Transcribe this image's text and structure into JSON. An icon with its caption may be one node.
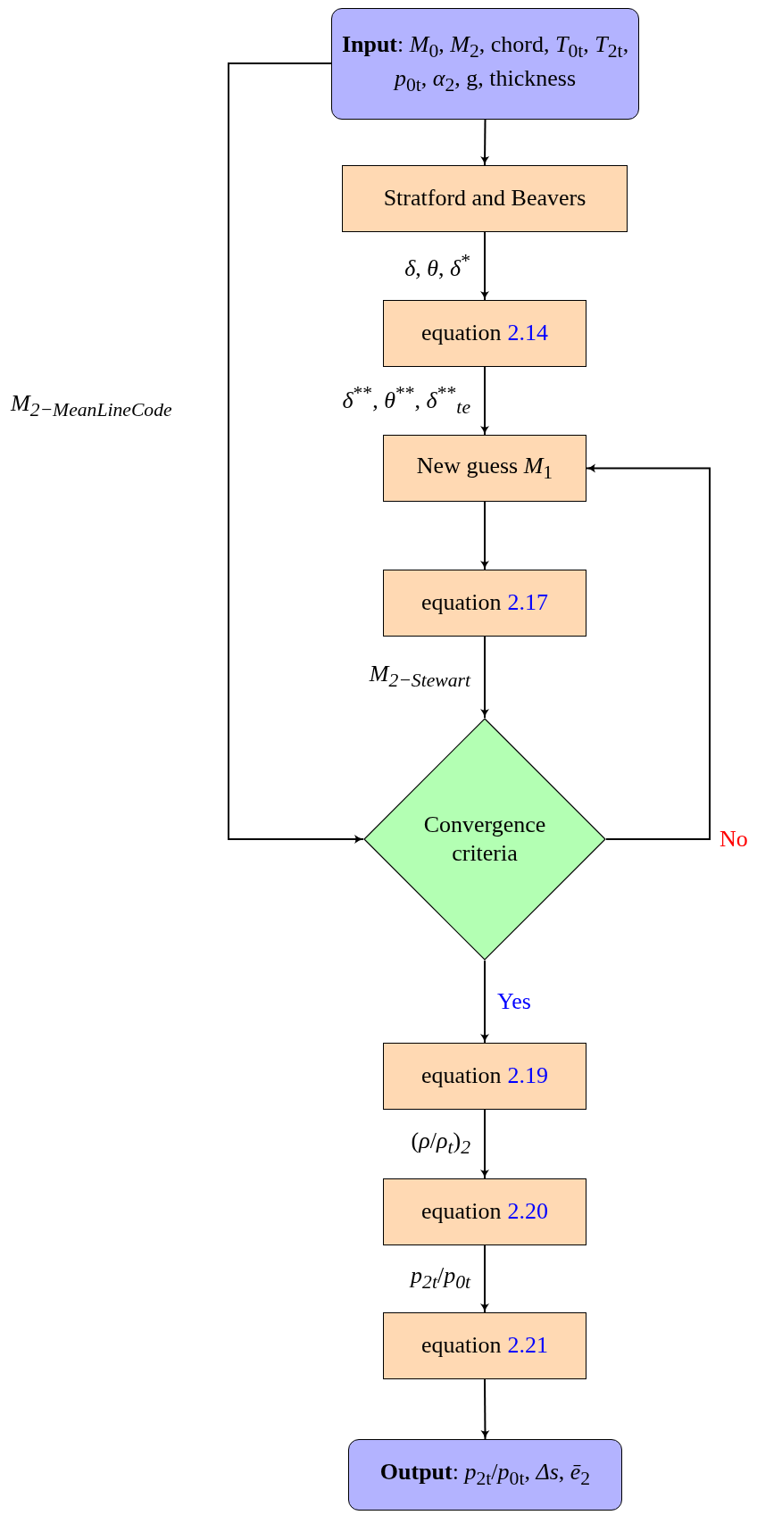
{
  "diagram": {
    "nodes": [
      {
        "text": [
          "**Input**: *M*$_{0}$, *M*$_{2}$, chord, *T*$_{0t}$, *T*$_{2t}$, *p*$_{0t}$, *α*$_{2}$, g, thickness"
        ]
      },
      {
        "text": [
          "Stratford and Beavers"
        ]
      },
      {
        "text": [
          "equation",
          "2.14"
        ]
      },
      {
        "text": [
          "New guess *M*$_{1}$"
        ]
      },
      {
        "text": [
          "equation",
          "2.17"
        ]
      },
      {
        "text": [
          "Convergence criteria"
        ]
      },
      {
        "text": [
          "equation",
          "2.19"
        ]
      },
      {
        "text": [
          "equation",
          "2.20"
        ]
      },
      {
        "text": [
          "equation",
          "2.21"
        ]
      },
      {
        "text": [
          "**Output**: *p*$_{2t}$/*p*$_{0t}$, *Δs*, *ē*$_{2}$"
        ]
      }
    ],
    "edges": [
      {
        "from": 0,
        "to": 1,
        "arrow": "to"
      },
      {
        "from": 1,
        "to": 2,
        "arrow": "to",
        "label": "*δ*, *θ*, *δ*$^{*}$"
      },
      {
        "from": 2,
        "to": 3,
        "arrow": "to",
        "label": "*δ*$^{**}$, *θ*$^{**}$, *δ*$^{**}$$_{te}$"
      },
      {
        "from": 3,
        "to": 4,
        "arrow": "to"
      },
      {
        "from": 4,
        "to": 5,
        "arrow": "to",
        "label": "*M*$_{2−Stewart}$"
      },
      {
        "from": 0,
        "to": 5,
        "arrow": "to",
        "label": "*M*$_{2−MeanLineCode}$"
      },
      {
        "from": 5,
        "to": 3,
        "arrow": "to",
        "label": "No"
      },
      {
        "from": 5,
        "to": 6,
        "arrow": "to",
        "label": "Yes"
      },
      {
        "from": 6,
        "to": 7,
        "arrow": "to",
        "label": "(*ρ*/*ρ*$_{t}$)$_{2}$"
      },
      {
        "from": 7,
        "to": 8,
        "arrow": "to",
        "label": "*p*$_{2t}$/*p*$_{0t}$"
      },
      {
        "from": 8,
        "to": 9,
        "arrow": "to"
      }
    ]
  }
}
